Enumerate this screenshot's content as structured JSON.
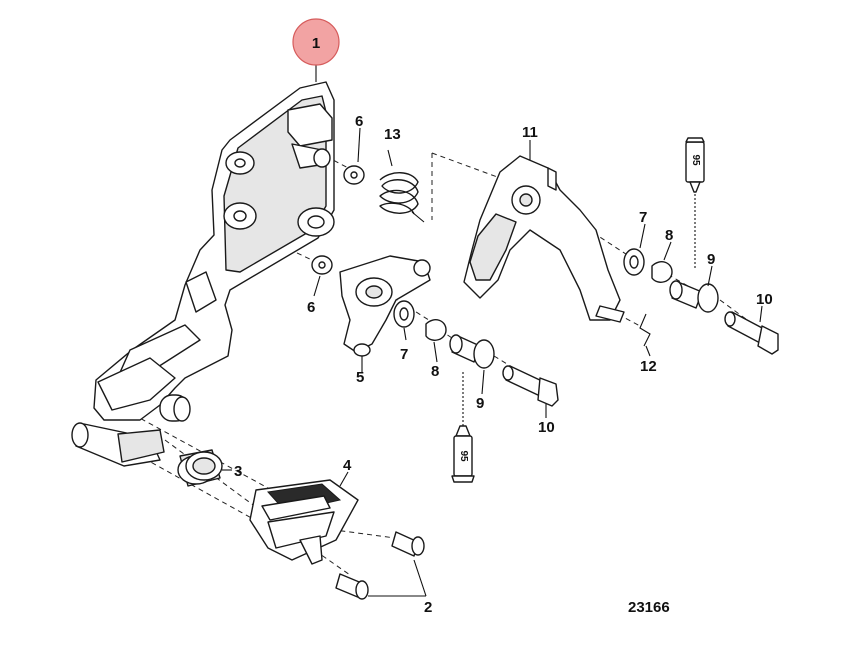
{
  "highlight": {
    "color": "#f2a3a3",
    "stroke": "#d65c5c"
  },
  "callouts": {
    "c1": "1",
    "c2": "2",
    "c3": "3",
    "c4": "4",
    "c5": "5",
    "c6a": "6",
    "c6b": "6",
    "c7a": "7",
    "c7b": "7",
    "c8a": "8",
    "c8b": "8",
    "c9a": "9",
    "c9b": "9",
    "c10a": "10",
    "c10b": "10",
    "c11": "11",
    "c12": "12",
    "c13": "13"
  },
  "tube_labels": {
    "upper": "95",
    "lower": "95"
  },
  "diagram_id": "23166"
}
